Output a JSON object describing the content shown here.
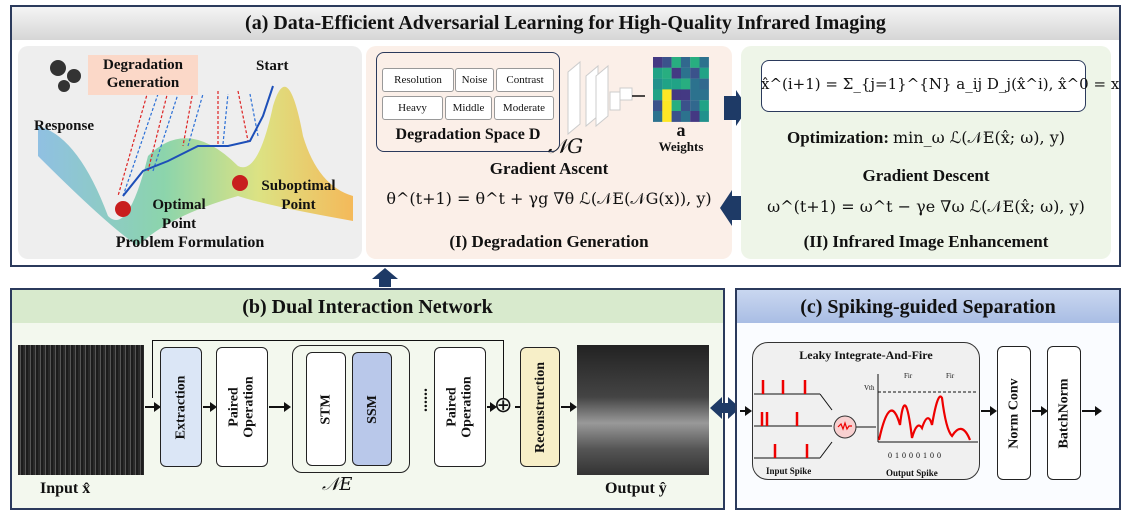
{
  "top": {
    "title": "(a) Data-Efficient Adversarial Learning for High-Quality Infrared Imaging",
    "problem": {
      "degradation_generation": "Degradation Generation",
      "start": "Start",
      "response": "Response",
      "optimal_point": "Optimal Point",
      "suboptimal_point": "Suboptimal Point",
      "caption": "Problem Formulation"
    },
    "generation": {
      "cells": [
        "Resolution",
        "Noise",
        "Contrast",
        "Heavy",
        "Middle",
        "Moderate"
      ],
      "space_label": "Degradation Space D",
      "network": "𝒩G",
      "weights_symbol": "a",
      "weights_label": "Weights",
      "gradient_ascent": "Gradient Ascent",
      "equation": "θ^(t+1) = θ^t + γg ∇θ ℒ(𝒩E(𝒩G(x)), y)",
      "caption": "(I) Degradation Generation"
    },
    "enhancement": {
      "composition": "x̂^(i+1) = Σ_{j=1}^{N} a_ij D_j(x̂^i), x̂^0 = x",
      "optimization_label": "Optimization:",
      "optimization": "min_ω ℒ(𝒩E(x̂; ω), y)",
      "gradient_descent": "Gradient Descent",
      "equation": "ω^(t+1) = ω^t − γe ∇ω ℒ(𝒩E(x̂; ω), y)",
      "caption": "(II) Infrared Image Enhancement"
    }
  },
  "dual": {
    "title": "(b) Dual Interaction Network",
    "input_label": "Input x̂",
    "extraction": "Extraction",
    "paired1": "Paired Operation",
    "stm": "STM",
    "ssm": "SSM",
    "dots": "......",
    "paired2": "Paired Operation",
    "reconstruction": "Reconstruction",
    "network_label": "𝒩E",
    "output_label": "Output ŷ",
    "plus": "⊕"
  },
  "spiking": {
    "title": "(c) Spiking-guided Separation",
    "lif": "Leaky Integrate-And-Fire",
    "vth": "Vth",
    "fire1": "Fir",
    "fire2": "Fir",
    "bits": "0 1 0 0 0 1 0 0",
    "input_spike": "Input Spike",
    "output_spike": "Output Spike",
    "norm_conv": "Norm Conv",
    "batchnorm": "BatchNorm"
  },
  "colors": {
    "border": "#2b3a5c",
    "peach": "#fbefe8",
    "green": "#eef5e8",
    "gray": "#eeeeee",
    "blue_header": "#b8c9e8",
    "green_header": "#d8eacd",
    "spike": "#e00000"
  }
}
